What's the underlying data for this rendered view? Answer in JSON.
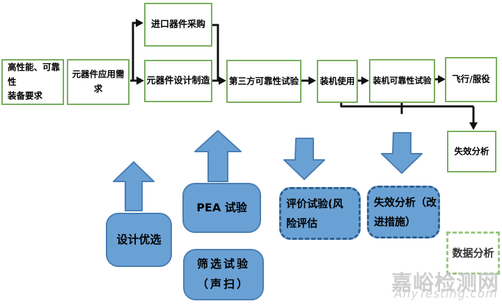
{
  "boxes": {
    "req": "高性能、可靠性\n装备要求",
    "app": "元器件应用需求",
    "import": "进口器件采购",
    "design": "元器件设计制造",
    "thirdparty": "第三方可靠性试验",
    "install": "装机使用",
    "install_rel": "装机可靠性试验",
    "flight": "飞行/服役",
    "failure": "失效分析",
    "design_opt": "设计优选",
    "pea": "PEA 试验",
    "screening": "筛选试验\n（声扫）",
    "eval": "评价试验(风\n险评估",
    "failure_improve": "失效分析（改\n进措施）",
    "data_analysis": "数据分析"
  },
  "watermark": {
    "site_cn": "嘉峪检测网",
    "site_en": "AnyTesting.com"
  },
  "colors": {
    "green_border": "#76ad5b",
    "green_dash_border": "#97c77d",
    "blue_fill": "#6aa1d4",
    "blue_border": "#4a7db3",
    "blue_dash_border": "#2e5f8f",
    "connector_black": "#111111",
    "watermark_gray": "#c9c9c9"
  }
}
